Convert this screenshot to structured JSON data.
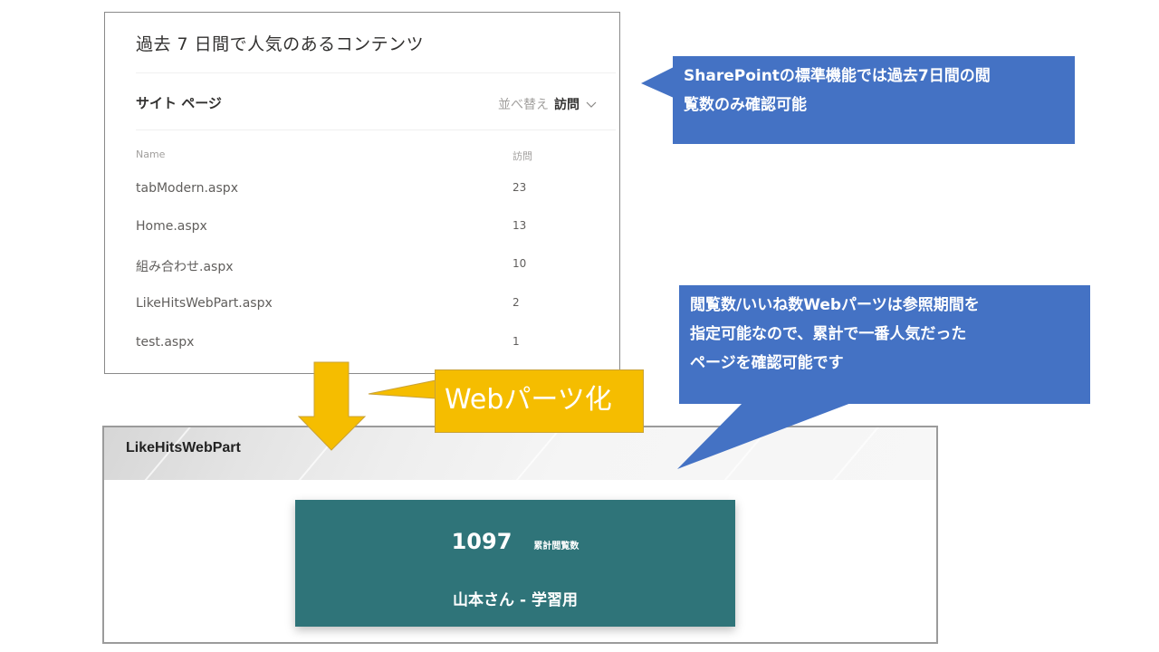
{
  "popular": {
    "title": "過去 7 日間で人気のあるコンテンツ",
    "section_title": "サイト ページ",
    "sort_label": "並べ替え",
    "sort_value": "訪問",
    "columns": {
      "name": "Name",
      "visits": "訪問"
    },
    "rows": [
      {
        "name": "tabModern.aspx",
        "visits": "23"
      },
      {
        "name": "Home.aspx",
        "visits": "13"
      },
      {
        "name": "組み合わせ.aspx",
        "visits": "10"
      },
      {
        "name": "LikeHitsWebPart.aspx",
        "visits": "2"
      },
      {
        "name": "test.aspx",
        "visits": "1"
      }
    ]
  },
  "callouts": {
    "standard": {
      "line1": "SharePointの標準機能では過去7日間の閲",
      "line2": "覧数のみ確認可能"
    },
    "webpart_note": {
      "line1": "閲覧数/いいね数Webパーツは参照期間を",
      "line2": "指定可能なので、累計で一番人気だった",
      "line3": "ページを確認可能です"
    },
    "webpartize": "Webパーツ化"
  },
  "webpart": {
    "title": "LikeHitsWebPart",
    "total_count": "1097",
    "total_label": "累計閲覧数",
    "site_name": "山本さん - 学習用"
  },
  "colors": {
    "callout_blue": "#4472c4",
    "callout_yellow": "#f5bd00",
    "card_teal": "#2f7479"
  }
}
